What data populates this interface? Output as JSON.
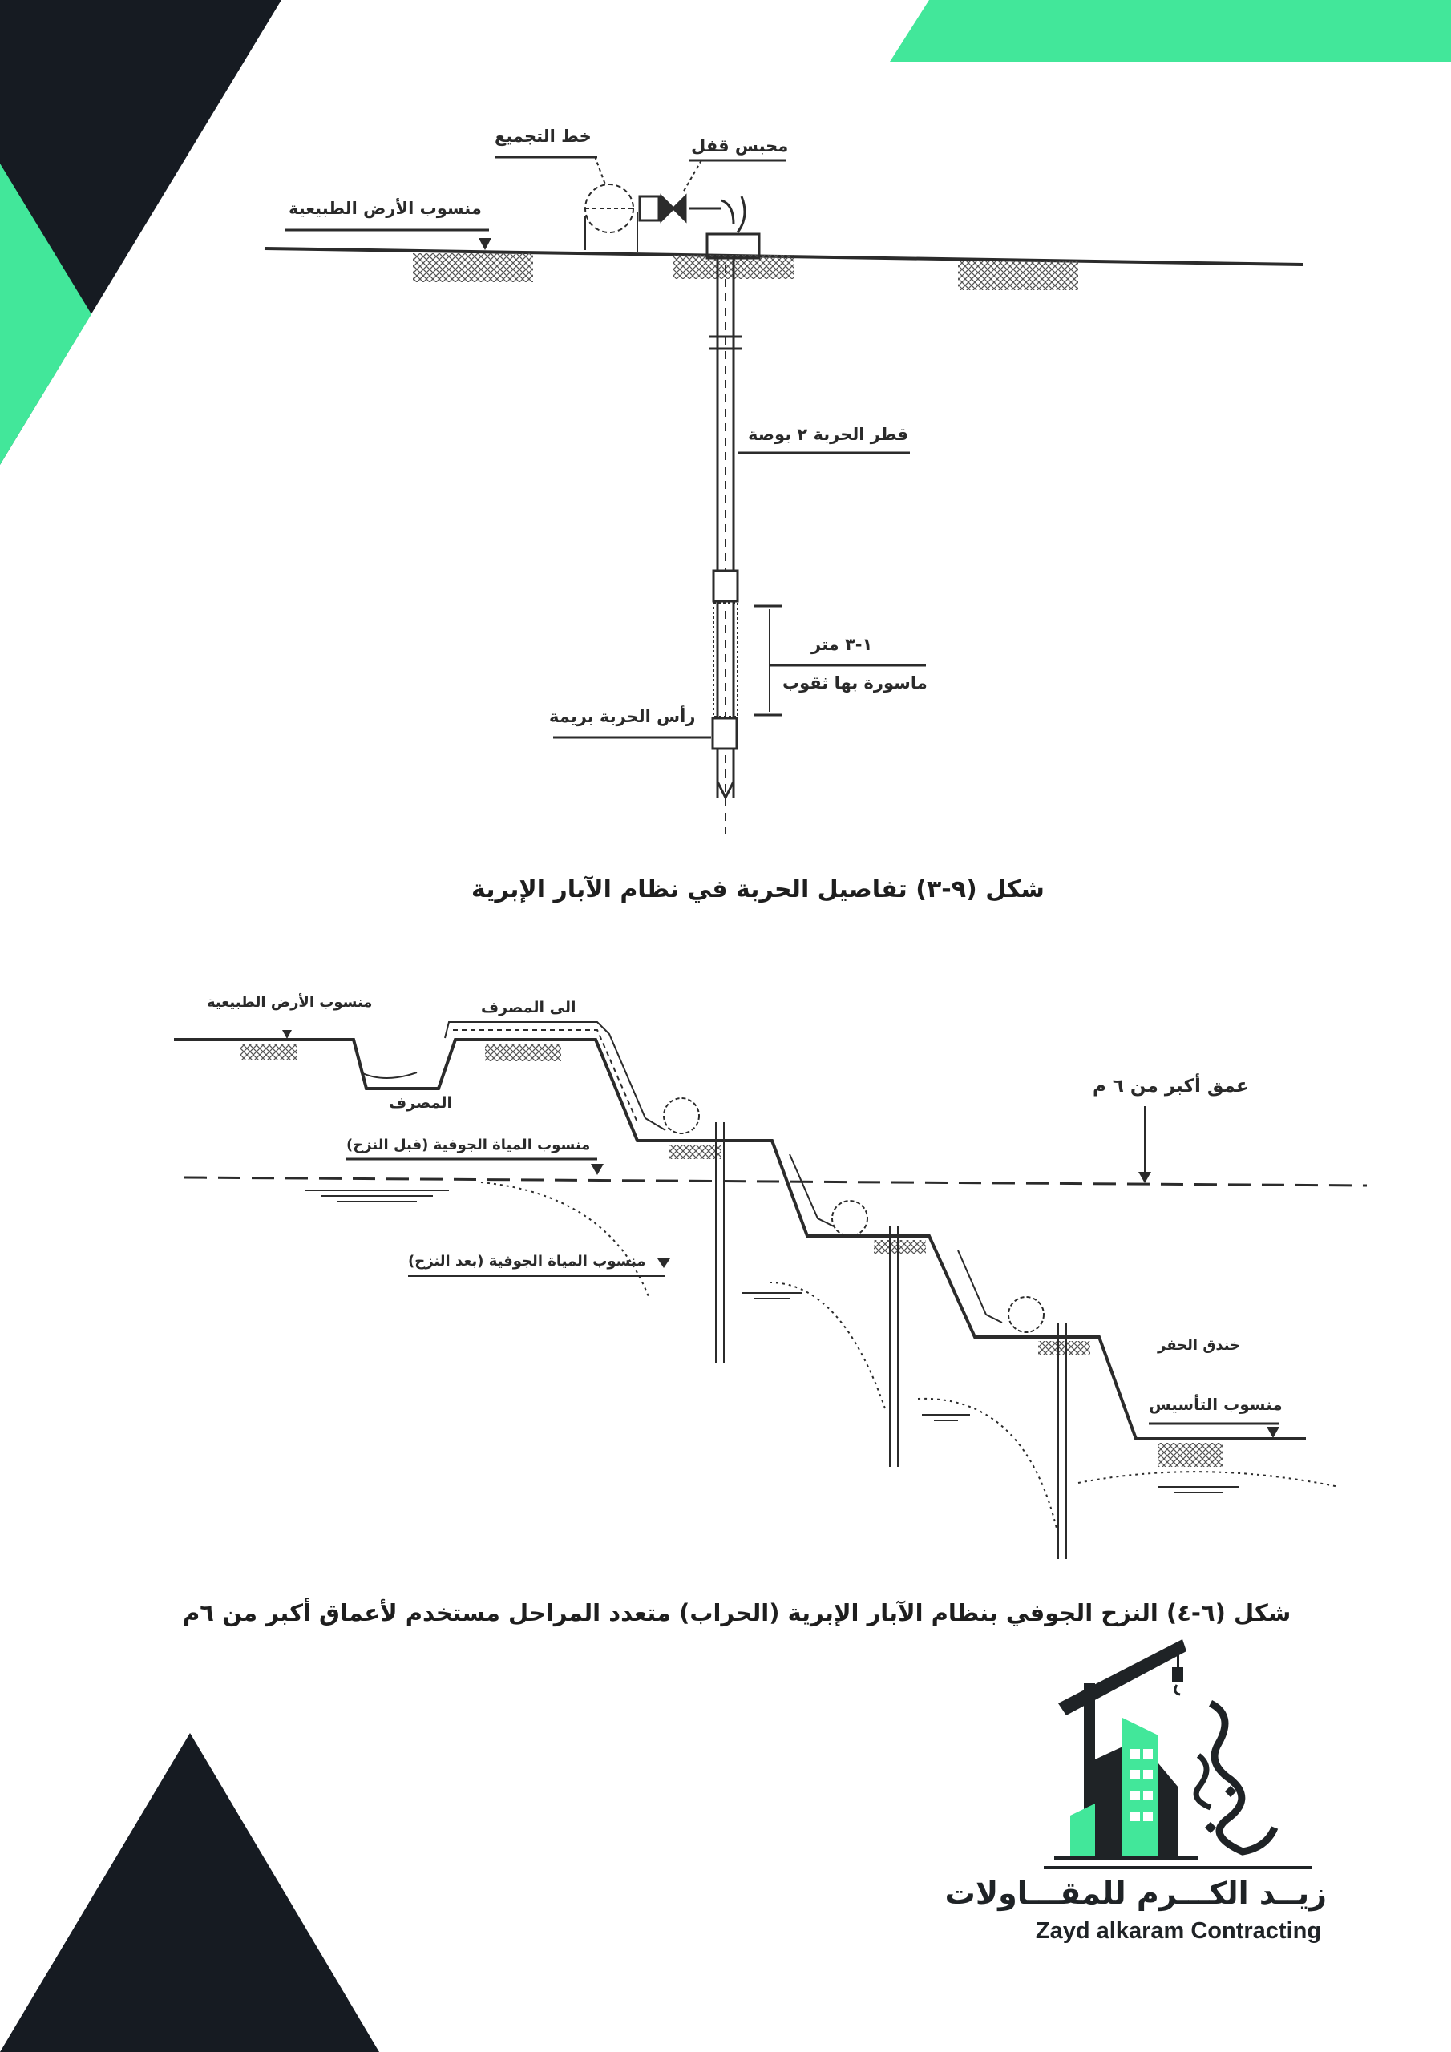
{
  "colors": {
    "dark": "#161b22",
    "accent": "#42e79a",
    "line": "#2b2b2b"
  },
  "figure_top": {
    "labels": {
      "natural_ground_level": "منسوب الأرض الطبيعية",
      "collector_line": "خط التجميع",
      "shutoff_valve": "محبس قفل",
      "wellpoint_diameter": "قطر الحربة ٢ بوصة",
      "length": "١-٣ متر",
      "perforated_pipe": "ماسورة بها ثقوب",
      "wellpoint_head": "رأس الحربة بريمة"
    },
    "caption": "شكل (٩-٣) تفاصيل الحربة في نظام الآبار الإبرية"
  },
  "figure_bottom": {
    "labels": {
      "natural_ground_level": "منسوب الأرض الطبيعية",
      "to_drain": "الى المصرف",
      "drain": "المصرف",
      "depth_over_6m": "عمق أكبر من ٦ م",
      "groundwater_before": "منسوب المياة الجوفية (قبل النزح)",
      "groundwater_after": "منسوب المياة الجوفية (بعد النزح)",
      "excavation_trench": "خندق الحفر",
      "foundation_level": "منسوب التأسيس"
    },
    "caption": "شكل (٦-٤) النزح الجوفي بنظام الآبار الإبرية (الحراب) متعدد المراحل مستخدم لأعماق أكبر من ٦م"
  },
  "logo": {
    "name_ar": "زيــد الكـــرم للمقـــاولات",
    "name_en": "Zayd alkaram Contracting",
    "calligraphy": "زيد الكرم"
  }
}
